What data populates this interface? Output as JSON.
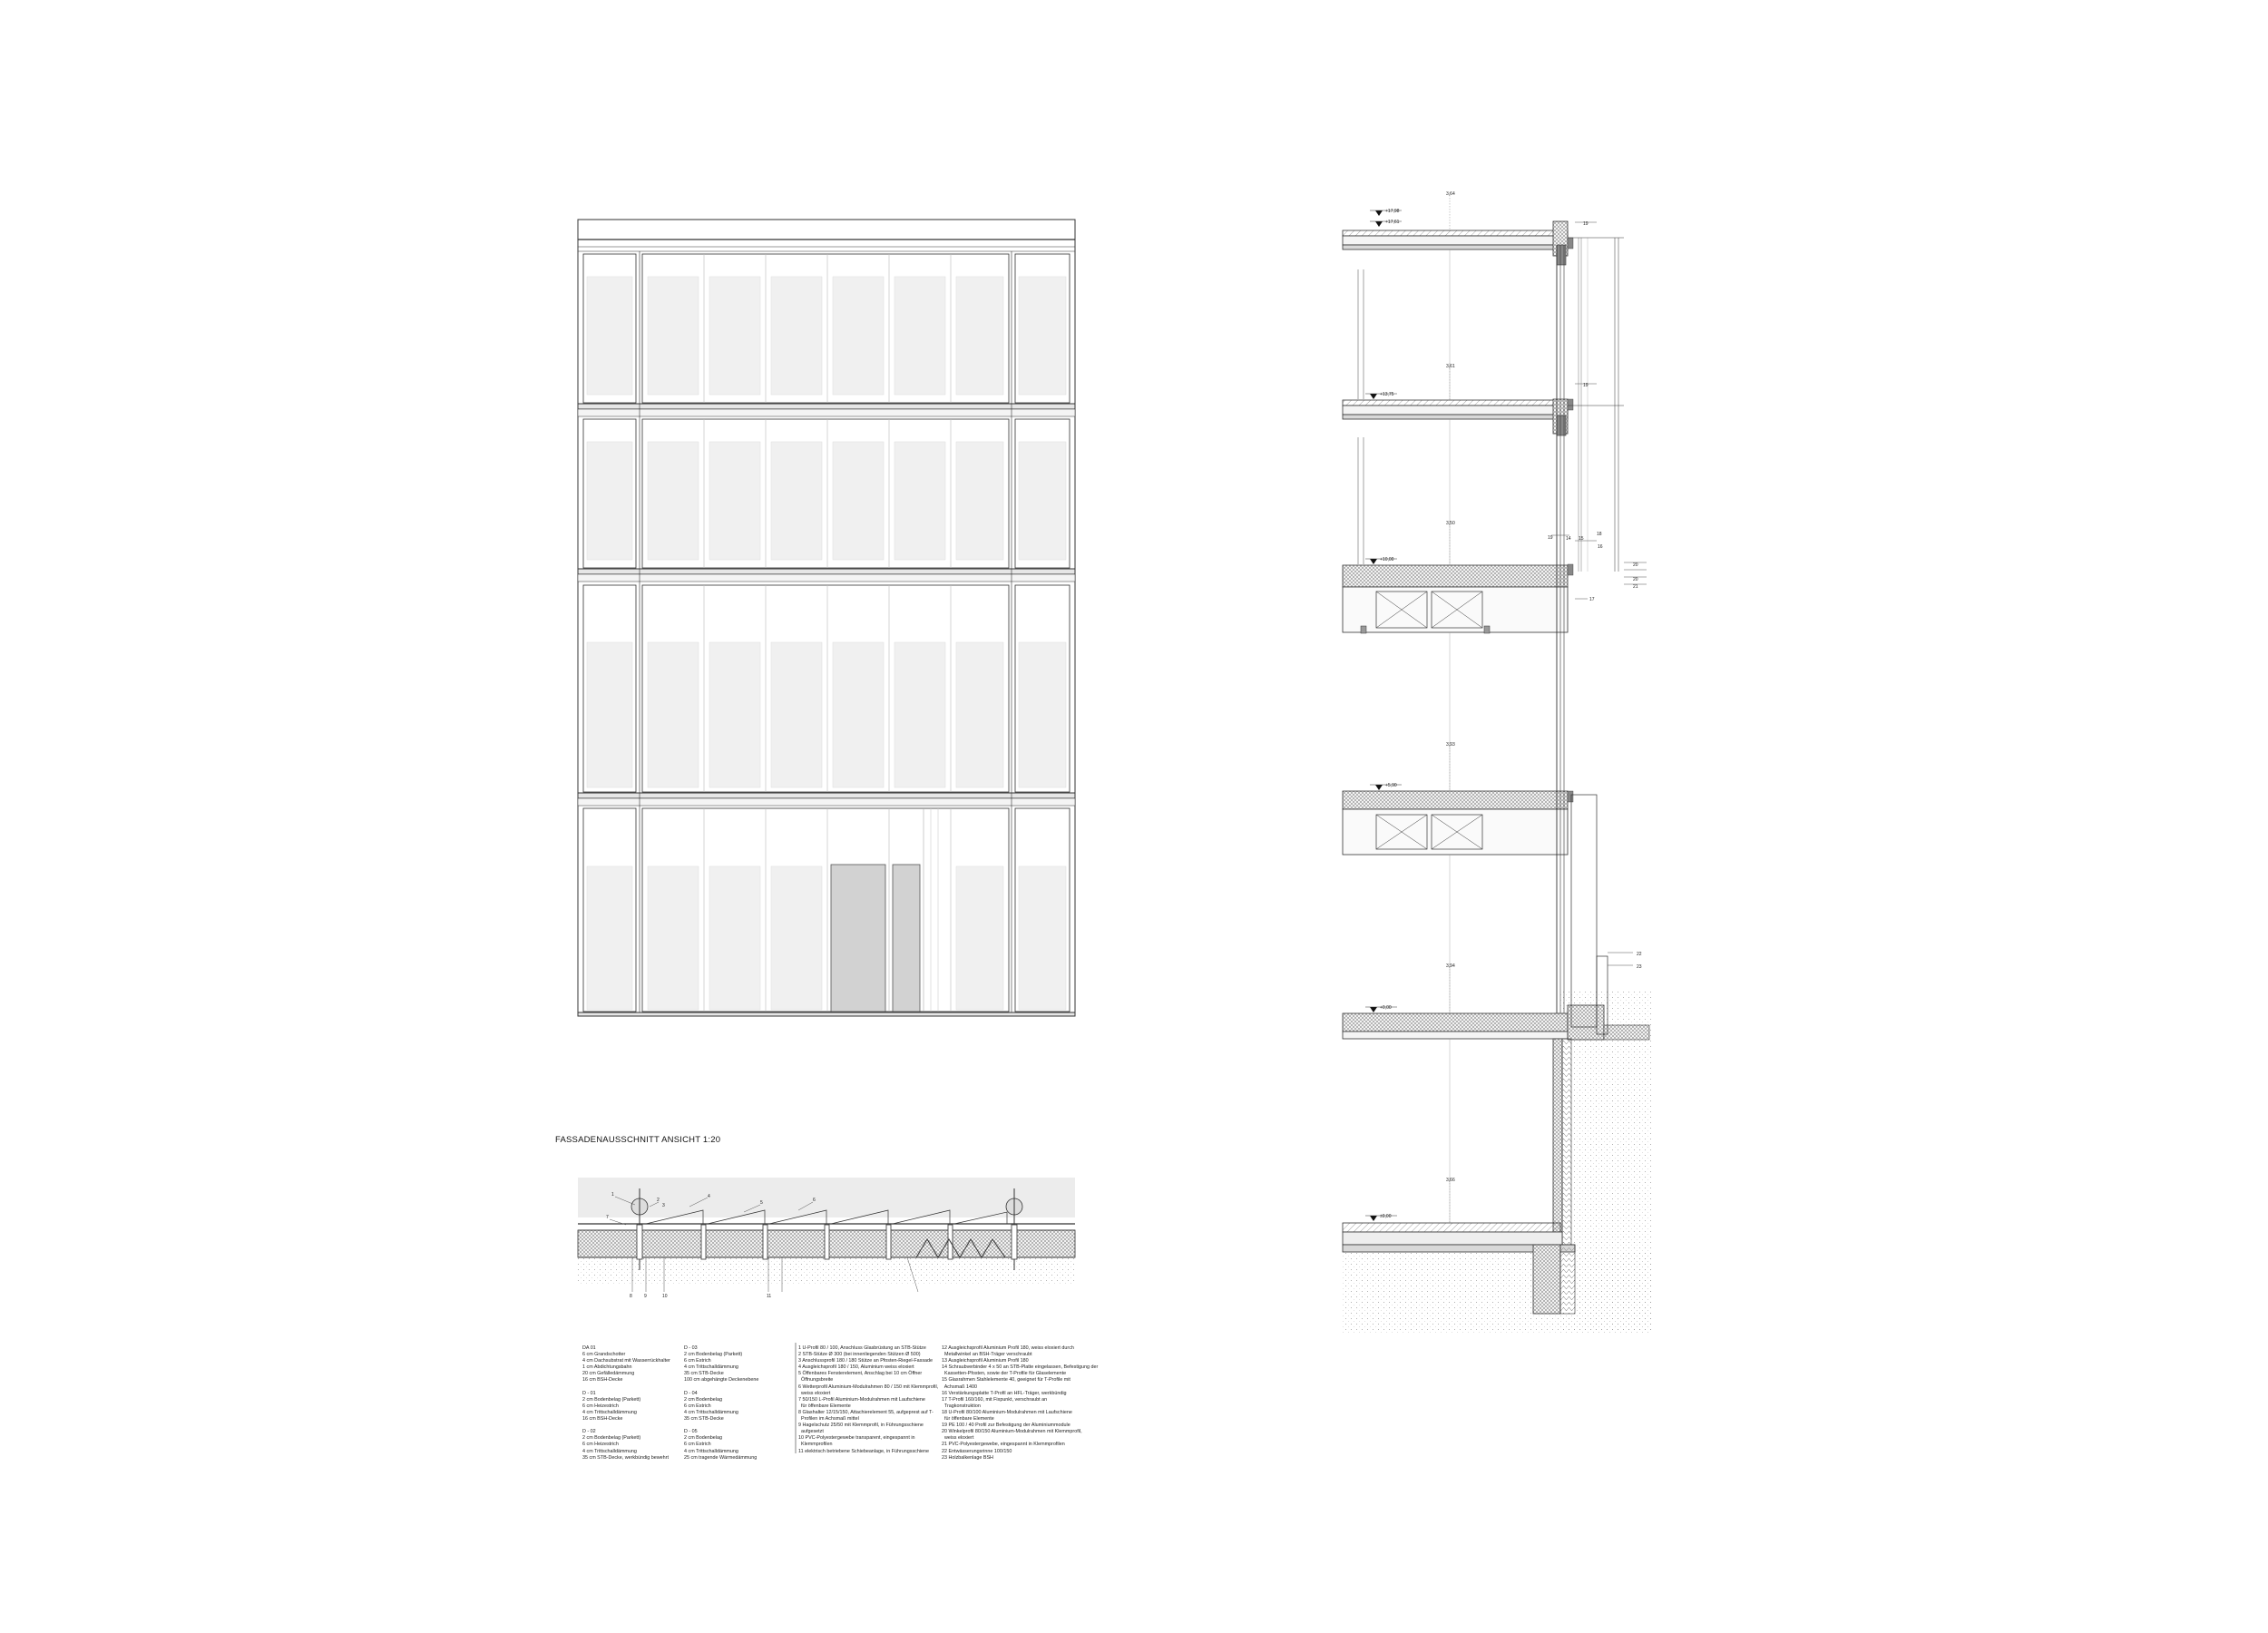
{
  "caption": "FASSADENAUSSCHNITT  ANSICHT  1:20",
  "section": {
    "levels": [
      "+17,98",
      "+17,61",
      "+13,75",
      "+10,00",
      "+5,90",
      "+0,00",
      "±0,00"
    ],
    "floor_heights": [
      "3,64",
      "3,61",
      "3,50",
      "3,93",
      "3,94",
      "3,66"
    ],
    "markers": [
      "19",
      "19",
      "18",
      "19",
      "20",
      "16",
      "20",
      "21",
      "17",
      "22",
      "23",
      "14",
      "15"
    ]
  },
  "plan_markers": [
    "1",
    "2",
    "3",
    "4",
    "5",
    "6",
    "7",
    "8",
    "9",
    "10",
    "11"
  ],
  "legend": {
    "col1": [
      "DA 01",
      "6 cm Grandschotter",
      "4 cm Dachsubstrat mit Wasserrückhalter",
      "1 cm Abdichtungsbahn",
      "20 cm Gefälledämmung",
      "16 cm BSH-Decke",
      "",
      "D - 01",
      "2 cm Bodenbelag (Parkett)",
      "6 cm Heizestrich",
      "4 cm Trittschalldämmung",
      "16 cm BSH-Decke",
      "",
      "D - 02",
      "2 cm Bodenbelag (Parkett)",
      "6 cm Heizestrich",
      "4 cm Trittschalldämmung",
      "35 cm STB-Decke, werkbündig bewehrt"
    ],
    "col2": [
      "D - 03",
      "2 cm Bodenbelag (Parkett)",
      "6 cm Estrich",
      "4 cm Trittschalldämmung",
      "35 cm STB-Decke",
      "100 cm abgehängte Deckenebene",
      "",
      "D - 04",
      "2 cm Bodenbelag",
      "6 cm Estrich",
      "4 cm Trittschalldämmung",
      "35 cm STB-Decke",
      "",
      "D - 05",
      "2 cm Bodenbelag",
      "6 cm Estrich",
      "4 cm Trittschalldämmung",
      "25 cm tragende Wärmedämmung"
    ],
    "col3": [
      "1 U-Profil 80 / 100, Anschluss Glasbrüstung an STB-Stütze",
      "2 STB-Stütze Ø 300 (bei innenliegenden Stützen Ø 500)",
      "3 Anschlussprofil 180 / 180 Stütze an Pfosten-Riegel-Fassade",
      "4 Ausgleichsprofil 180 / 150, Aluminium weiss eloxiert",
      "5 Öffenbares Fensterelement, Anschlag bei 10 cm Öffner",
      "  Öffnungsbreite",
      "6 Wetterprofil Aluminium-Modulrahmen 80 / 150 mit Klemmprofil,",
      "  weiss eloxiert",
      "7 50/150 L-Profil Aluminium-Modulrahmen mit Laufschiene",
      "  für öffenbare Elemente",
      "8 Glashalter 12/15/150, Attachierelement 55, aufgeprest auf T-",
      "  Profilen im Achsmaß mittel",
      "9 Hagelschutz 25/50 mit Klemmprofil, in Führungsschiene",
      "  aufgesetzt",
      "10 PVC-Polyestergewebe transparent, eingespannt in",
      "  Klemmprofilen",
      "11 elektrisch betriebene Schiebeanlage, in Führungsschiene"
    ],
    "col4": [
      "12 Ausgleichsprofil Aluminium Profil 180, weiss eloxiert durch",
      "  Metallwinkel an BSH-Träger verschraubt",
      "13 Ausgleichsprofil Aluminium Profil 180",
      "14 Schraubverbinder 4 x 50 an STB-Platte eingelassen, Befestigung der",
      "  Kassetten-Pfosten, sowie der T-Profile für Glaselemente",
      "15 Glasrahmen Stahlelemente 40, geeignet für T-Profile mit",
      "  Achsmaß 1400",
      "16 Verstärkungsplatte T-Profil an HFL-Träger, werkbündig",
      "17 T-Profil 160/160, mit Fixpunkt, verschraubt an",
      "  Tragkonstruktion",
      "18 U-Profil 80/100 Aluminium-Modulrahmen mit Laufschiene",
      "  für öffenbare Elemente",
      "19 PE 100 / 40 Profil zur Befestigung der Aluminiummodule",
      "20 Winkelprofil 80/150 Aluminium-Modulrahmen mit Klemmprofil,",
      "  weiss eloxiert",
      "21 PVC-Polyestergewebe, eingespannt in Klemmprofilen",
      "22 Entwässerungsrinne 100/150",
      "23 Holzbalkenlage BSH"
    ]
  }
}
